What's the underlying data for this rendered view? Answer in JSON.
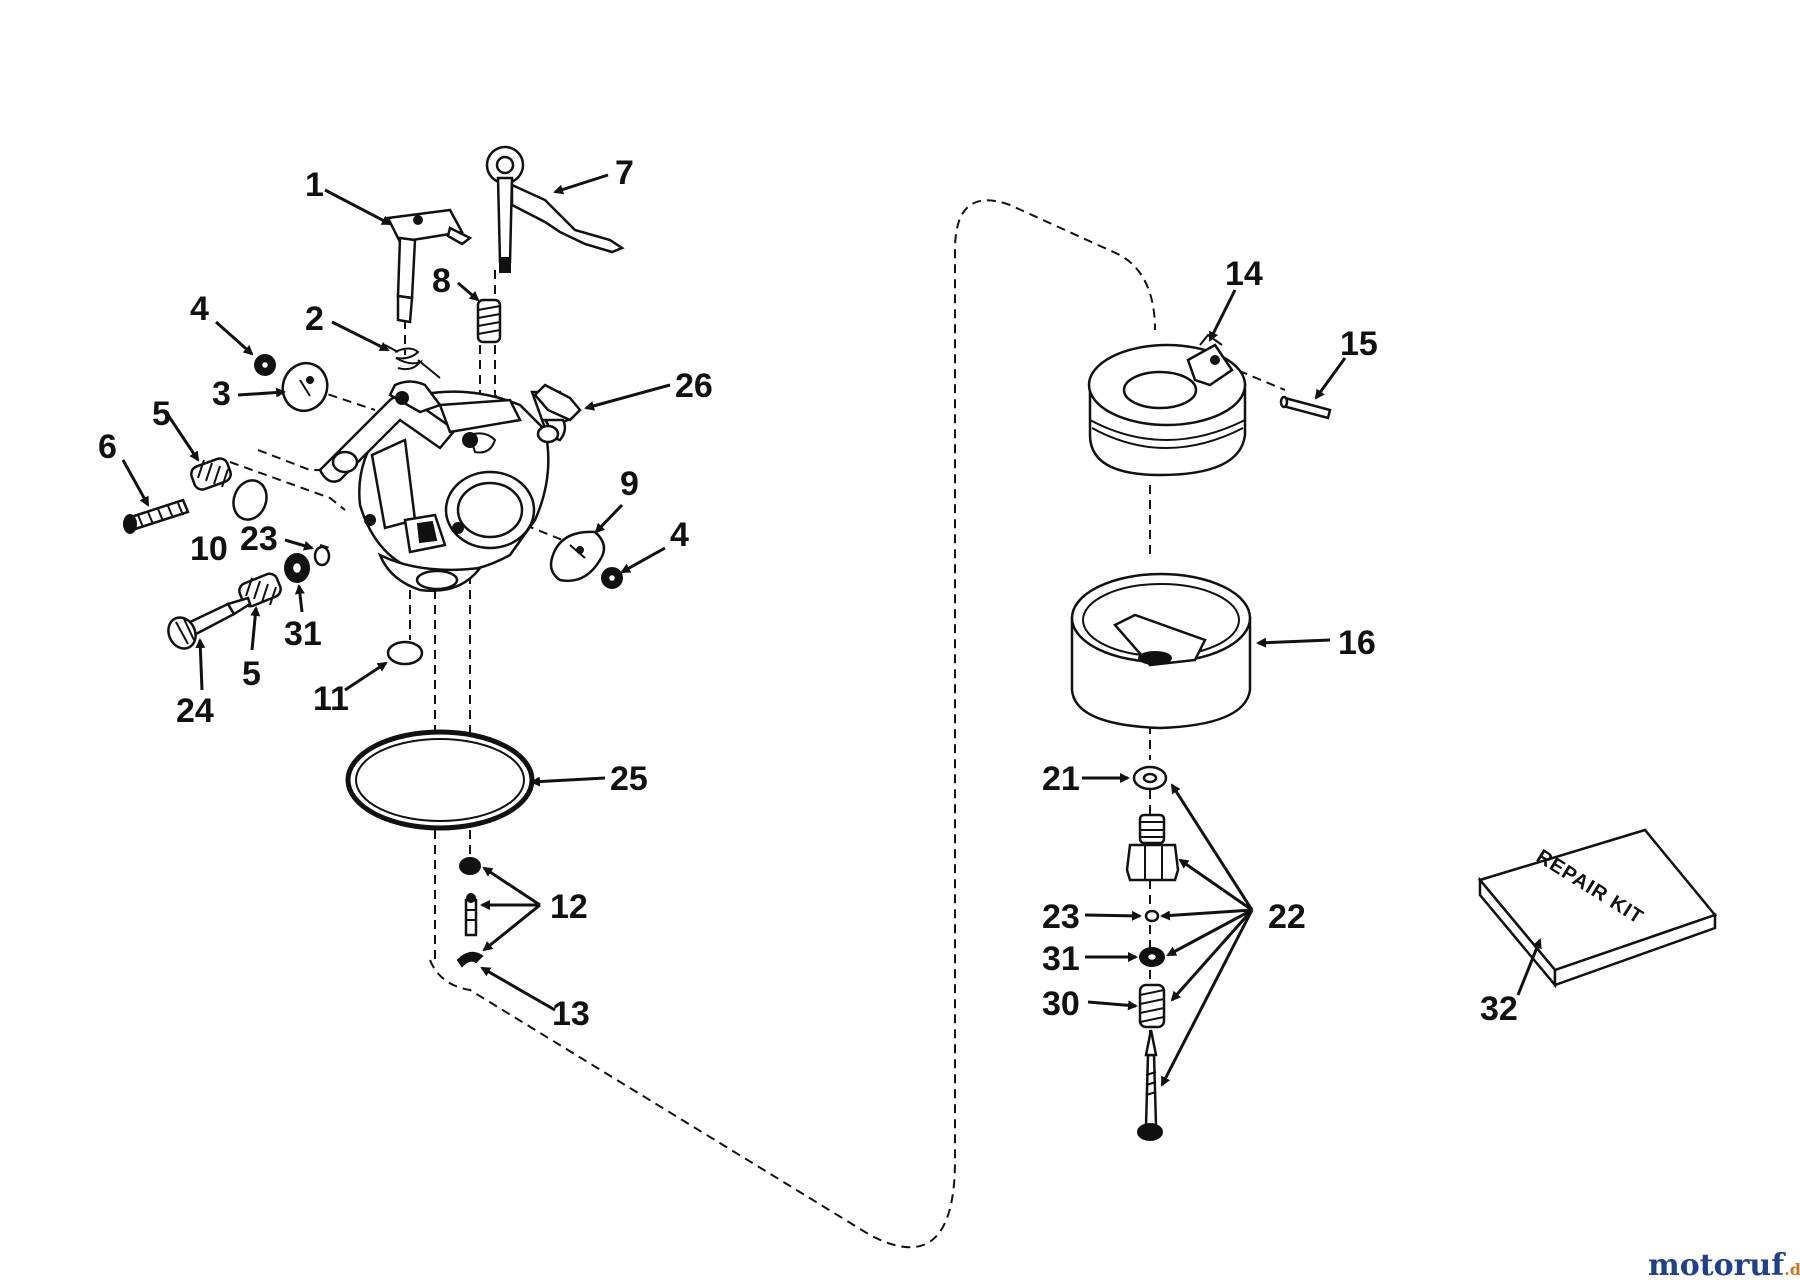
{
  "callouts": {
    "c1": "1",
    "c2": "2",
    "c3": "3",
    "c4a": "4",
    "c4b": "4",
    "c5a": "5",
    "c5b": "5",
    "c6": "6",
    "c7": "7",
    "c8": "8",
    "c9": "9",
    "c10": "10",
    "c11": "11",
    "c12": "12",
    "c13": "13",
    "c14": "14",
    "c15": "15",
    "c16": "16",
    "c21": "21",
    "c22": "22",
    "c23a": "23",
    "c23b": "23",
    "c24": "24",
    "c25": "25",
    "c26": "26",
    "c30": "30",
    "c31a": "31",
    "c31b": "31",
    "c32": "32"
  },
  "kit_label": "REPAIR KIT",
  "watermark": {
    "main": "motoruf",
    "suffix": ".de"
  },
  "colors": {
    "ink": "#111111",
    "watermark": "#1f3f8f",
    "watermark_accent": "#c9761f"
  }
}
